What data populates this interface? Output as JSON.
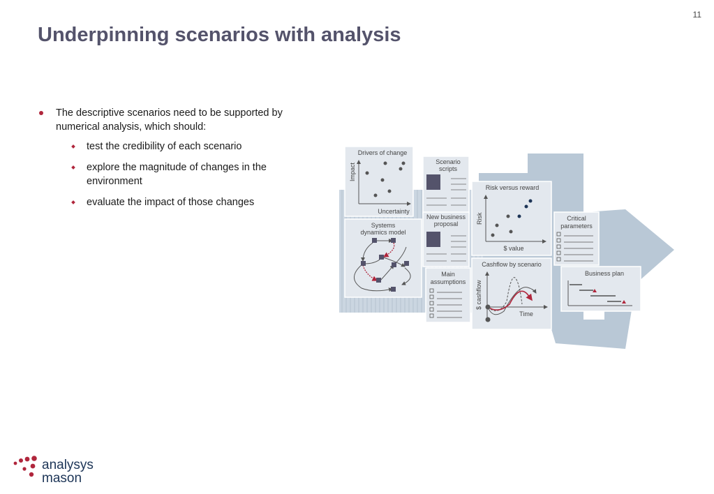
{
  "page_number": "11",
  "title": "Underpinning scenarios with analysis",
  "bullet": {
    "text": "The descriptive scenarios need to be supported by numerical analysis, which should:",
    "sub_items": [
      "test the credibility of each scenario",
      "explore the magnitude of changes in the environment",
      "evaluate the impact of those changes"
    ]
  },
  "diagram": {
    "drivers": {
      "title": "Drivers of change",
      "y_label": "Impact",
      "x_label": "Uncertainty"
    },
    "scripts": {
      "title_line1": "Scenario",
      "title_line2": "scripts"
    },
    "systems": {
      "title_line1": "Systems",
      "title_line2": "dynamics model"
    },
    "proposal": {
      "title_line1": "New business",
      "title_line2": "proposal"
    },
    "risk": {
      "title": "Risk versus reward",
      "y_label": "Risk",
      "x_label": "$ value"
    },
    "assumptions": {
      "title_line1": "Main",
      "title_line2": "assumptions"
    },
    "cashflow": {
      "title": "Cashflow by scenario",
      "y_label": "$ cashflow",
      "x_label": "Time"
    },
    "parameters": {
      "title_line1": "Critical",
      "title_line2": "parameters"
    },
    "business_plan": {
      "title": "Business plan"
    }
  },
  "logo": {
    "line1": "analysys",
    "line2": "mason"
  },
  "colors": {
    "title": "#54536b",
    "accent": "#b0263c",
    "arrow": "#b9c8d6",
    "panel": "#e3e8ee",
    "navy": "#1d3557"
  }
}
